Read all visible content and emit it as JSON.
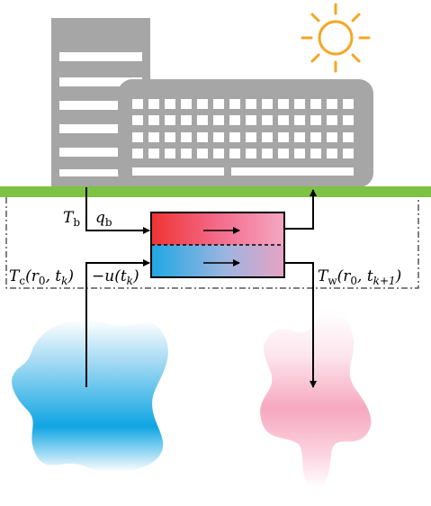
{
  "labels": {
    "t_b": {
      "main": "T",
      "sub": "b"
    },
    "q_b": {
      "main": "q",
      "sub": "b"
    },
    "t_c": {
      "main": "T",
      "sub": "c",
      "args": "(r",
      "arg_sub": "0",
      "mid": ", t",
      "mid_sub": "k",
      "close": ")"
    },
    "u": {
      "main": "−u(t",
      "sub": "k",
      "close": ")"
    },
    "t_w": {
      "main": "T",
      "sub": "w",
      "args": "(r",
      "arg_sub": "0",
      "mid": ", t",
      "mid_sub": "k+1",
      "close": ")"
    }
  },
  "colors": {
    "building": "#a6a6a6",
    "window": "#ffffff",
    "ground": "#7dc242",
    "sun": "#f5a623",
    "hot": "#ee3333",
    "hot_light": "#f4a7c3",
    "cold": "#1ea7e4",
    "warm_reservoir": "#f6a8c0",
    "cold_reservoir": "#10a5e3",
    "line": "#000000"
  },
  "icons": [
    "sun-icon",
    "building-icon",
    "heat-exchanger-icon",
    "cold-reservoir-icon",
    "warm-reservoir-icon"
  ]
}
